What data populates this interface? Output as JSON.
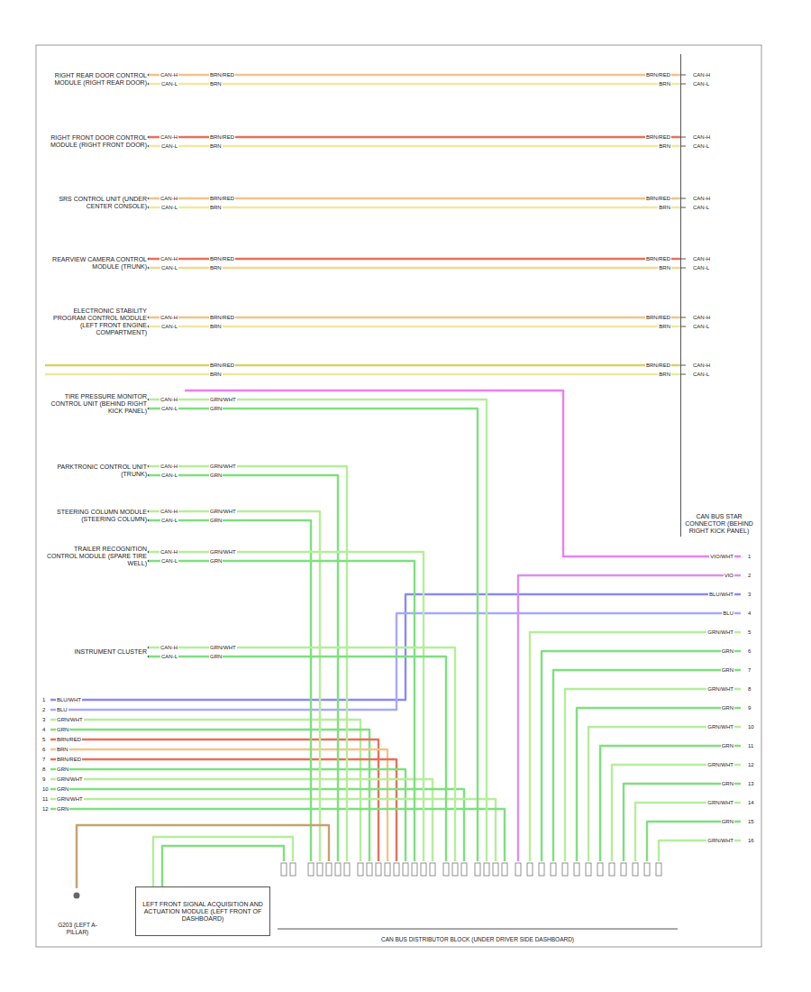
{
  "diagram": {
    "nodes": [
      {
        "text": [
          "RIGHT REAR DOOR CONTROL MODULE (RIGHT REAR DOOR)"
        ]
      },
      {
        "text": [
          "RIGHT FRONT DOOR CONTROL MODULE (RIGHT FRONT DOOR)"
        ]
      },
      {
        "text": [
          "SRS CONTROL UNIT (UNDER CENTER CONSOLE)"
        ]
      },
      {
        "text": [
          "REARVIEW CAMERA CONTROL MODULE (TRUNK)"
        ]
      },
      {
        "text": [
          "ELECTRONIC STABILITY PROGRAM CONTROL MODULE (LEFT FRONT ENGINE COMPARTMENT)"
        ]
      },
      {
        "text": [
          "CAN BUS STAR CONNECTOR (BEHIND RIGHT KICK PANEL)"
        ]
      },
      {
        "text": [
          "TIRE PRESSURE MONITOR CONTROL UNIT (BEHIND RIGHT KICK PANEL)"
        ]
      },
      {
        "text": [
          "PARKTRONIC CONTROL UNIT (TRUNK)"
        ]
      },
      {
        "text": [
          "STEERING COLUMN MODULE (STEERING COLUMN)"
        ]
      },
      {
        "text": [
          "TRAILER RECOGNITION CONTROL MODULE (SPARE TIRE WELL)"
        ]
      },
      {
        "text": [
          "INSTRUMENT CLUSTER"
        ]
      },
      {
        "text": [
          "CAN BUS DISTRIBUTOR BLOCK (UNDER DRIVER SIDE DASHBOARD)"
        ]
      },
      {
        "text": [
          "LEFT FRONT SIGNAL ACQUISITION AND ACTUATION MODULE (LEFT FRONT OF DASHBOARD)"
        ]
      },
      {
        "text": [
          "G203 (LEFT A-PILLAR)"
        ]
      }
    ],
    "edges": [
      {
        "from": 0,
        "to": 5,
        "arrow": "none"
      },
      {
        "from": 1,
        "to": 5,
        "arrow": "none"
      },
      {
        "from": 2,
        "to": 5,
        "arrow": "none"
      },
      {
        "from": 3,
        "to": 5,
        "arrow": "none"
      },
      {
        "from": 4,
        "to": 5,
        "arrow": "none"
      },
      {
        "from": 6,
        "to": 11,
        "arrow": "none"
      },
      {
        "from": 7,
        "to": 11,
        "arrow": "none"
      },
      {
        "from": 8,
        "to": 11,
        "arrow": "none"
      },
      {
        "from": 9,
        "to": 11,
        "arrow": "none"
      },
      {
        "from": 10,
        "to": 11,
        "arrow": "none"
      },
      {
        "from": 12,
        "to": 11,
        "arrow": "none"
      },
      {
        "from": 13,
        "to": 11,
        "arrow": "none"
      }
    ],
    "labels": [
      "CAN-H",
      "CAN-L",
      "BRN/RED",
      "BRN",
      "BRN/RED",
      "BRN",
      "CAN-H",
      "CAN-L",
      "CAN-H",
      "CAN-L",
      "BRN/RED",
      "BRN",
      "BRN/RED",
      "BRN",
      "CAN-H",
      "CAN-L",
      "CAN-H",
      "CAN-L",
      "BRN/RED",
      "BRN",
      "BRN/RED",
      "BRN",
      "CAN-H",
      "CAN-L",
      "CAN-H",
      "CAN-L",
      "BRN/RED",
      "BRN",
      "BRN/RED",
      "BRN",
      "CAN-H",
      "CAN-L",
      "CAN-H",
      "CAN-L",
      "BRN/RED",
      "BRN",
      "BRN/RED",
      "BRN",
      "CAN-H",
      "CAN-L",
      "BRN/RED",
      "BRN",
      "BRN/RED",
      "BRN",
      "CAN-H",
      "CAN-L",
      "CAN-H",
      "CAN-L",
      "GRN/WHT",
      "GRN",
      "CAN-H",
      "CAN-L",
      "GRN/WHT",
      "GRN",
      "CAN-H",
      "CAN-L",
      "GRN/WHT",
      "GRN",
      "CAN-H",
      "CAN-L",
      "GRN/WHT",
      "GRN",
      "CAN-H",
      "CAN-L",
      "GRN/WHT",
      "GRN",
      "1",
      "BLU/WHT",
      "2",
      "BLU",
      "3",
      "GRN/WHT",
      "4",
      "GRN",
      "5",
      "BRN/RED",
      "6",
      "BRN",
      "7",
      "BRN/RED",
      "8",
      "GRN",
      "9",
      "GRN/WHT",
      "10",
      "GRN",
      "11",
      "GRN/WHT",
      "12",
      "GRN",
      "VIO/WHT",
      "1",
      "VIO",
      "2",
      "BLU/WHT",
      "3",
      "BLU",
      "4",
      "GRN/WHT",
      "5",
      "GRN",
      "6",
      "GRN",
      "7",
      "GRN/WHT",
      "8",
      "GRN",
      "9",
      "GRN/WHT",
      "10",
      "GRN",
      "11",
      "GRN/WHT",
      "12",
      "GRN",
      "13",
      "GRN/WHT",
      "14",
      "GRN",
      "15",
      "GRN/WHT",
      "16"
    ]
  }
}
